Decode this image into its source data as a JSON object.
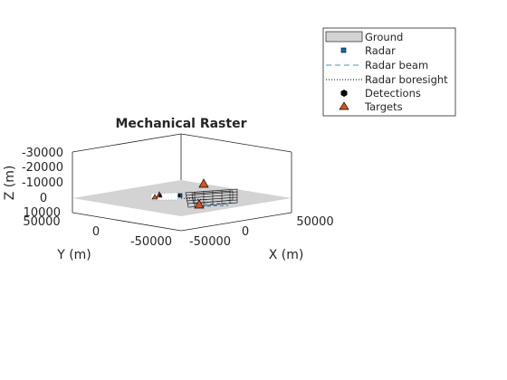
{
  "chart_data": {
    "type": "scatter",
    "title": "Mechanical Raster",
    "xlabel": "X (m)",
    "ylabel": "Y (m)",
    "zlabel": "Z (m)",
    "x_ticks": [
      "-50000",
      "0",
      "50000"
    ],
    "y_ticks": [
      "50000",
      "0",
      "-50000"
    ],
    "z_ticks": [
      "-30000",
      "-20000",
      "-10000",
      "0",
      "10000"
    ],
    "xlim": [
      -50000,
      50000
    ],
    "ylim": [
      -50000,
      50000
    ],
    "zlim": [
      -30000,
      10000
    ],
    "z_direction": "reversed",
    "view": "3d",
    "grid": false,
    "legend_position": "top-right",
    "legend": [
      {
        "label": "Ground",
        "marker": "patch",
        "color": "#d3d3d3"
      },
      {
        "label": "Radar",
        "marker": "square",
        "color": "#0072bd"
      },
      {
        "label": "Radar beam",
        "marker": "dashed-line",
        "color": "#0072bd"
      },
      {
        "label": "Radar boresight",
        "marker": "dotted-line",
        "color": "#000000"
      },
      {
        "label": "Detections",
        "marker": "hexagon",
        "color": "#000000"
      },
      {
        "label": "Targets",
        "marker": "triangle",
        "color": "#d95319"
      }
    ],
    "colors": {
      "ground": "#d3d3d3",
      "radar": "#0072bd",
      "beam": "#0072bd",
      "detections": "#000000",
      "targets": "#d95319"
    },
    "series": [
      {
        "name": "Radar",
        "points": [
          {
            "x": 0,
            "y": 0,
            "z": 0
          }
        ]
      },
      {
        "name": "Targets",
        "points": [
          {
            "x": 25000,
            "y": 30000,
            "z": -6000
          },
          {
            "x": 5000,
            "y": -10000,
            "z": 1000
          },
          {
            "x": -30000,
            "y": 5000,
            "z": -1000
          },
          {
            "x": -35000,
            "y": 10000,
            "z": 0
          }
        ]
      },
      {
        "name": "Detections",
        "points": [
          {
            "x": -30000,
            "y": 5000,
            "z": 0
          }
        ]
      }
    ]
  }
}
